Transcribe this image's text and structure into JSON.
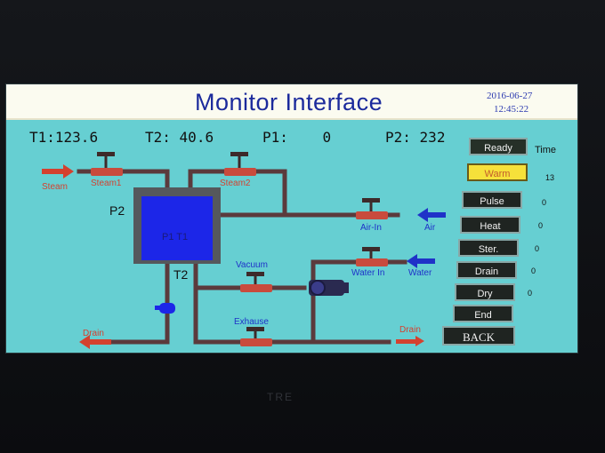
{
  "header": {
    "title": "Monitor Interface",
    "date": "2016-06-27",
    "time": "12:45:22"
  },
  "readouts": [
    {
      "label": "T1:",
      "value": "123.6"
    },
    {
      "label": "T2:",
      "value": "40.6"
    },
    {
      "label": "P1:",
      "value": "0"
    },
    {
      "label": "P2:",
      "value": "232"
    }
  ],
  "diagram": {
    "steam_in": "Steam",
    "valve_steam1": "Steam1",
    "valve_steam2": "Steam2",
    "p2_label": "P2",
    "t2_label": "T2",
    "tank_label": "P1  T1",
    "valve_air_in": "Air-In",
    "air_label": "Air",
    "valve_vacuum": "Vacuum",
    "valve_water_in": "Water In",
    "water_label": "Water",
    "valve_exhaust": "Exhause",
    "drain_left": "Drain",
    "drain_right": "Drain"
  },
  "phases": {
    "time_label": "Time",
    "buttons": [
      {
        "label": "Ready",
        "time": ""
      },
      {
        "label": "Warm",
        "time": "13"
      },
      {
        "label": "Pulse",
        "time": "0"
      },
      {
        "label": "Heat",
        "time": "0"
      },
      {
        "label": "Ster.",
        "time": "0"
      },
      {
        "label": "Drain",
        "time": "0"
      },
      {
        "label": "Dry",
        "time": "0"
      },
      {
        "label": "End",
        "time": ""
      }
    ],
    "back_label": "BACK",
    "active": "Warm"
  },
  "colors": {
    "screen_bg": "#66cfd2",
    "pipe": "#5b3a3c",
    "valve": "#c94b3d",
    "tank": "#1c26e8",
    "title_text": "#1b2a9c",
    "warm_active": "#f6e13a"
  },
  "footer": {
    "brand": "TRE"
  }
}
